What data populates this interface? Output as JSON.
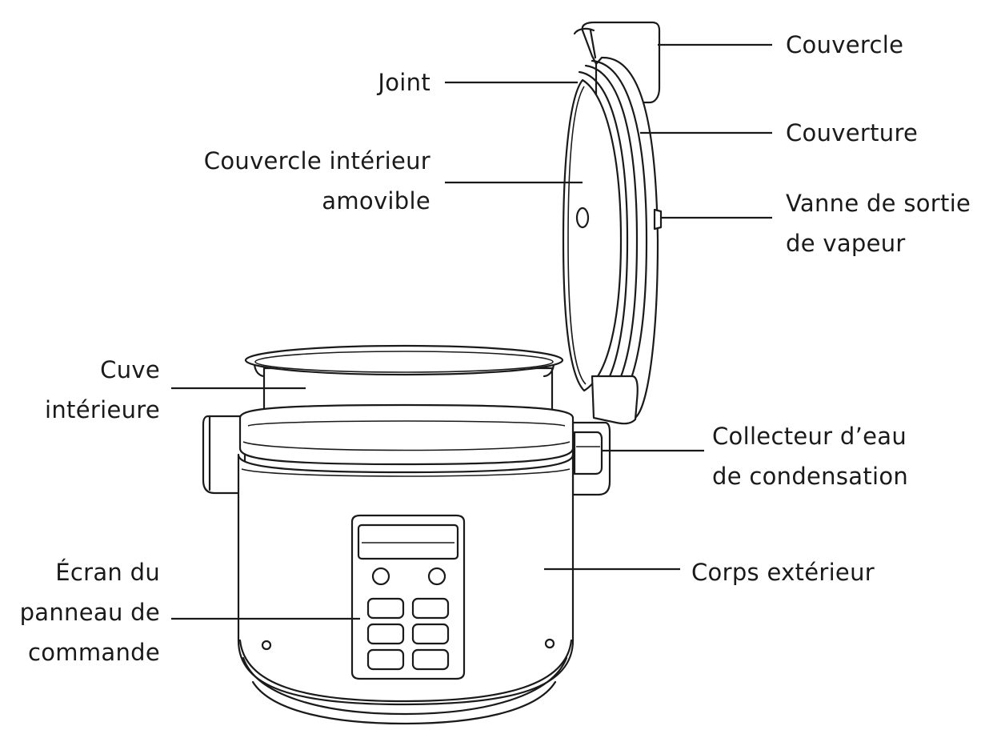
{
  "labels": {
    "couvercle": "Couvercle",
    "joint": "Joint",
    "couverture": "Couverture",
    "couvercle_interieur": [
      "Couvercle intérieur",
      "amovible"
    ],
    "vanne": [
      "Vanne de sortie",
      "de vapeur"
    ],
    "cuve": [
      "Cuve",
      "intérieure"
    ],
    "collecteur": [
      "Collecteur d’eau",
      "de condensation"
    ],
    "ecran": [
      "Écran du",
      "panneau de",
      "commande"
    ],
    "corps": "Corps extérieur"
  },
  "colors": {
    "line": "#1a1a1a",
    "background": "#ffffff"
  }
}
